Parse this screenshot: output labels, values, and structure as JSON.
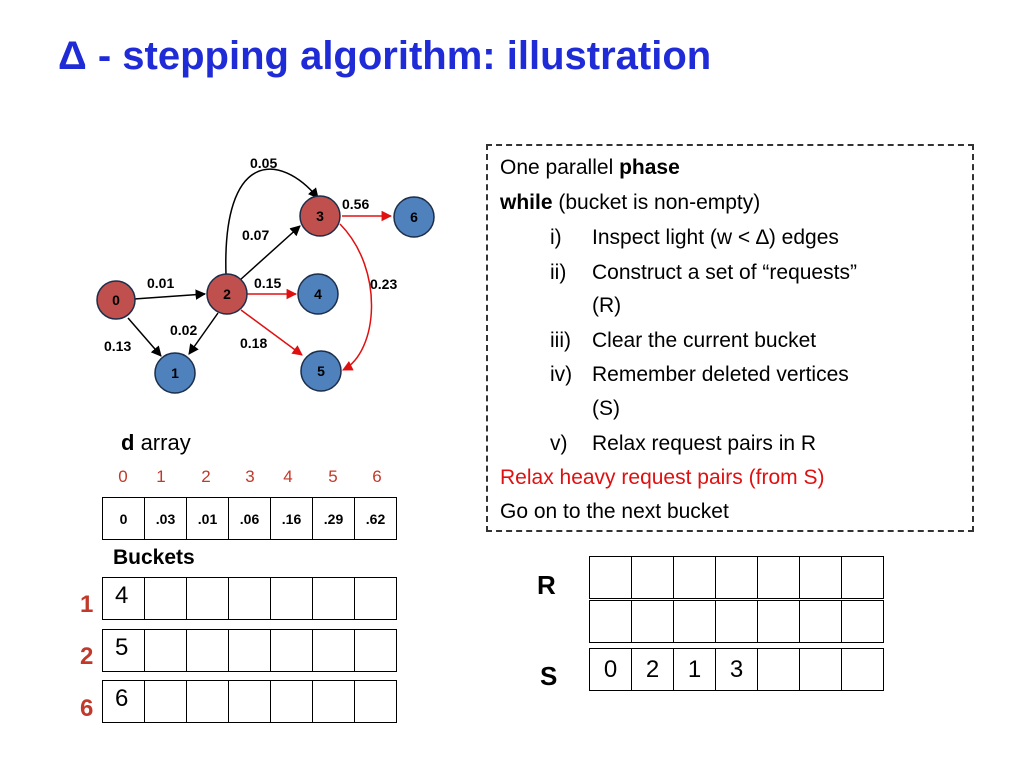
{
  "title": "Δ - stepping algorithm: illustration",
  "graph": {
    "nodes": [
      {
        "id": "0",
        "color": "#c0504d"
      },
      {
        "id": "1",
        "color": "#4f81bd"
      },
      {
        "id": "2",
        "color": "#c0504d"
      },
      {
        "id": "3",
        "color": "#c0504d"
      },
      {
        "id": "4",
        "color": "#4f81bd"
      },
      {
        "id": "5",
        "color": "#4f81bd"
      },
      {
        "id": "6",
        "color": "#4f81bd"
      }
    ],
    "edges": [
      {
        "from": "0",
        "to": "2",
        "weight": "0.01",
        "color": "#000000"
      },
      {
        "from": "0",
        "to": "1",
        "weight": "0.13",
        "color": "#000000"
      },
      {
        "from": "2",
        "to": "1",
        "weight": "0.02",
        "color": "#000000"
      },
      {
        "from": "2",
        "to": "3",
        "weight": "0.07",
        "color": "#000000"
      },
      {
        "from": "2",
        "to": "3",
        "weight": "0.05",
        "color": "#000000"
      },
      {
        "from": "2",
        "to": "4",
        "weight": "0.15",
        "color": "#e01010"
      },
      {
        "from": "2",
        "to": "5",
        "weight": "0.18",
        "color": "#e01010"
      },
      {
        "from": "3",
        "to": "6",
        "weight": "0.56",
        "color": "#e01010"
      },
      {
        "from": "3",
        "to": "5",
        "weight": "0.23",
        "color": "#e01010"
      }
    ]
  },
  "algorithm": {
    "line1_plain": "One parallel ",
    "line1_bold": "phase",
    "line2_bold": "while",
    "line2_plain": " (bucket is non-empty)",
    "steps": [
      {
        "num": "i)",
        "lines": [
          "Inspect light (w < ∆) edges"
        ]
      },
      {
        "num": "ii)",
        "lines": [
          "Construct a set of “requests”",
          "(R)"
        ]
      },
      {
        "num": "iii)",
        "lines": [
          "Clear the current bucket"
        ]
      },
      {
        "num": "iv)",
        "lines": [
          "Remember deleted vertices",
          "(S)"
        ]
      },
      {
        "num": "v)",
        "lines": [
          "Relax request pairs in R"
        ]
      }
    ],
    "red_line": "Relax heavy request pairs (from S)",
    "last_line": "Go on to the next bucket"
  },
  "d_array": {
    "label_bold": "d",
    "label_plain": " array",
    "indices": [
      "0",
      "1",
      "2",
      "3",
      "4",
      "5",
      "6"
    ],
    "values": [
      "0",
      ".03",
      ".01",
      ".06",
      ".16",
      ".29",
      ".62"
    ]
  },
  "buckets": {
    "label": "Buckets",
    "rows": [
      {
        "num": "1",
        "cells": [
          "4",
          "",
          "",
          "",
          "",
          "",
          ""
        ]
      },
      {
        "num": "2",
        "cells": [
          "5",
          "",
          "",
          "",
          "",
          "",
          ""
        ]
      },
      {
        "num": "6",
        "cells": [
          "6",
          "",
          "",
          "",
          "",
          "",
          ""
        ]
      }
    ]
  },
  "R": {
    "label": "R",
    "rows": [
      [
        "",
        "",
        "",
        "",
        "",
        "",
        ""
      ],
      [
        "",
        "",
        "",
        "",
        "",
        "",
        ""
      ]
    ]
  },
  "S": {
    "label": "S",
    "cells": [
      "0",
      "2",
      "1",
      "3",
      "",
      "",
      ""
    ]
  }
}
